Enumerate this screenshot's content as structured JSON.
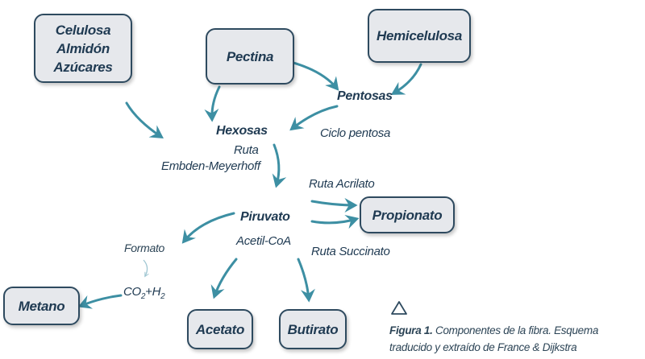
{
  "boxes": {
    "celulosa": [
      "Celulosa",
      "Almidón",
      "Azúcares"
    ],
    "pectina": "Pectina",
    "hemicelulosa": "Hemicelulosa",
    "propionato": "Propionato",
    "metano": "Metano",
    "acetato": "Acetato",
    "butirato": "Butirato"
  },
  "labels": {
    "pentosas": "Pentosas",
    "hexosas": "Hexosas",
    "ciclo_pentosa": "Ciclo pentosa",
    "ruta": "Ruta",
    "embden": "Embden-Meyerhoff",
    "ruta_acrilato": "Ruta Acrilato",
    "piruvato": "Piruvato",
    "acetil_coa": "Acetil-CoA",
    "ruta_succinato": "Ruta Succinato",
    "formato": "Formato",
    "co2": "CO",
    "co2_sub": "2",
    "plus_h": "+H",
    "h2_sub": "2"
  },
  "caption": {
    "lead": "Figura 1.",
    "text": " Componentes de la  fibra. Esquema traducido y extraído de France & Dijkstra"
  },
  "colors": {
    "arrow": "#3d8fa3",
    "text": "#1f3a52",
    "box_fill": "#e6e8ec",
    "box_border": "#2e4a5f"
  }
}
